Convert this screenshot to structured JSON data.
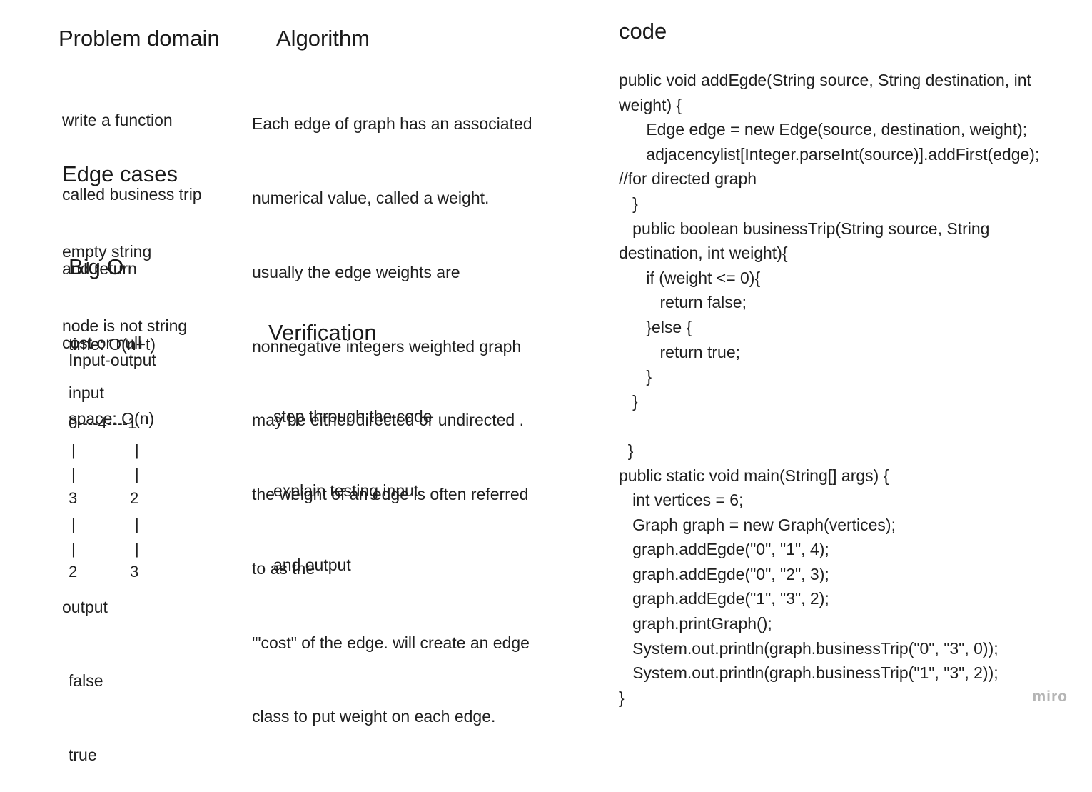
{
  "problem_domain": {
    "heading": "Problem domain",
    "lines": [
      "write a function",
      "called business trip",
      "and return",
      "cost or null"
    ]
  },
  "edge_cases": {
    "heading": "Edge cases",
    "lines": [
      "empty string",
      "node is not string"
    ]
  },
  "big_o": {
    "heading": "Big O",
    "lines": [
      "time: O(n+t)",
      "space: O(n)"
    ]
  },
  "input_output": {
    "heading": "Input-output",
    "input_label": "input",
    "graph": {
      "top_row": "0----4----1",
      "left_col": [
        "|",
        "|",
        "3",
        "|",
        "|",
        "2"
      ],
      "right_col": [
        "|",
        "|",
        "2",
        "|",
        "|",
        "3"
      ]
    },
    "output_label": "output",
    "output_lines": [
      "false",
      "true"
    ]
  },
  "algorithm": {
    "heading": "Algorithm",
    "lines": [
      "Each edge of graph has an associated",
      "numerical value, called a weight.",
      "usually the edge weights are",
      "nonnegative integers weighted graph",
      "may be either directed or undirected .",
      "the weight of an edge is often referred",
      "to as the",
      "'\"cost\" of the edge. will create an edge",
      "class to put weight on each edge."
    ]
  },
  "verification": {
    "heading": "Verification",
    "lines": [
      "step through the code",
      "explain testing input",
      "and output"
    ]
  },
  "code": {
    "heading": "code",
    "lines": [
      "public void addEgde(String source, String destination, int",
      "weight) {",
      "      Edge edge = new Edge(source, destination, weight);",
      "      adjacencylist[Integer.parseInt(source)].addFirst(edge);",
      "//for directed graph",
      "   }",
      "   public boolean businessTrip(String source, String",
      "destination, int weight){",
      "      if (weight <= 0){",
      "         return false;",
      "      }else {",
      "         return true;",
      "      }",
      "   }",
      "",
      "  }",
      "public static void main(String[] args) {",
      "   int vertices = 6;",
      "   Graph graph = new Graph(vertices);",
      "   graph.addEgde(\"0\", \"1\", 4);",
      "   graph.addEgde(\"0\", \"2\", 3);",
      "   graph.addEgde(\"1\", \"3\", 2);",
      "   graph.printGraph();",
      "   System.out.println(graph.businessTrip(\"0\", \"3\", 0));",
      "   System.out.println(graph.businessTrip(\"1\", \"3\", 2));",
      "}"
    ]
  },
  "watermark": "miro"
}
